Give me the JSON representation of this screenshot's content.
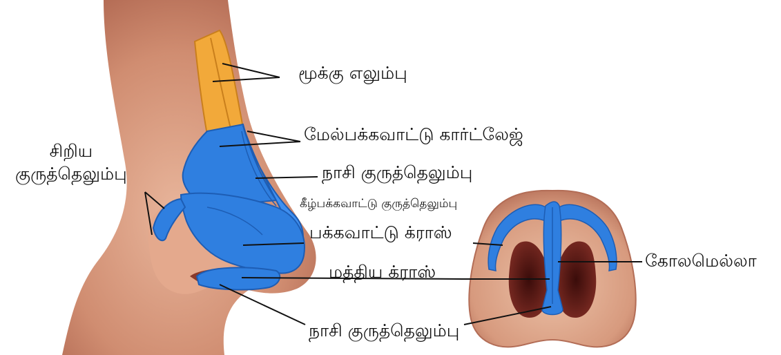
{
  "labels": {
    "nasal_bone": "மூக்கு எலும்பு",
    "upper_lateral_cartilage": "மேல்பக்கவாட்டு கார்ட்லேஜ்",
    "septal_cartilage": "நாசி குருத்தெலும்பு",
    "lower_lateral_cartilage": "கீழ்பக்கவாட்டு குருத்தெலும்பு",
    "lateral_crus": "பக்கவாட்டு க்ராஸ்",
    "medial_crus": "மத்திய க்ராஸ்",
    "septal_cartilage_bottom": "நாசி குருத்தெலும்பு",
    "sesamoid_line1": "சிறிய",
    "sesamoid_line2": "குருத்தெலும்பு",
    "columella": "கோலமெல்லா"
  },
  "colors": {
    "skin": "#d79a7e",
    "skin_dark": "#b8705a",
    "bone": "#f2a93a",
    "cartilage": "#2f7fe0",
    "cartilage_dark": "#1d5db4",
    "nostril": "#5a1a14",
    "leader_line": "#111111"
  }
}
